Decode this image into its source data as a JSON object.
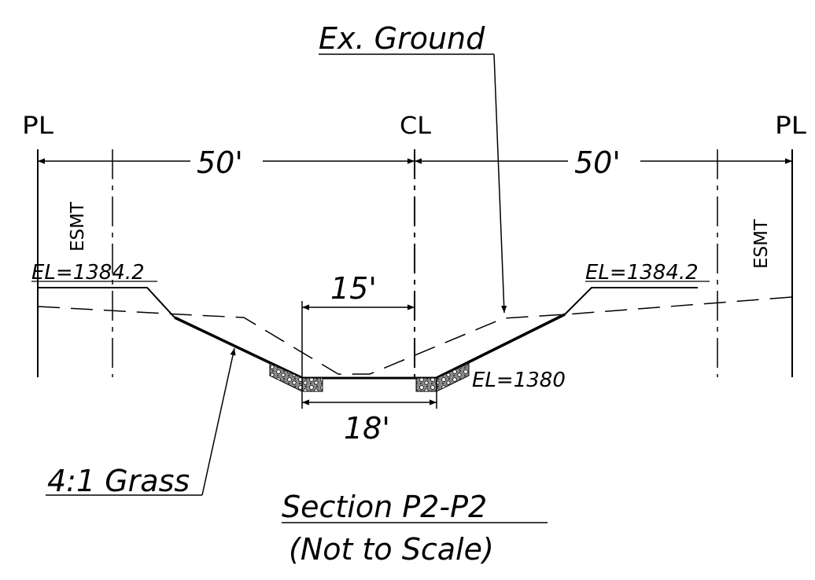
{
  "diagram": {
    "callouts": {
      "ex_ground": "Ex. Ground",
      "grass_slope": "4:1 Grass"
    },
    "symbols": {
      "pl_left": "PL",
      "centerline": "CL",
      "pl_right": "PL"
    },
    "dimensions": {
      "left_width": "50'",
      "right_width": "50'",
      "top_width": "15'",
      "bottom_width": "18'"
    },
    "easements": {
      "left": "ESMT",
      "right": "ESMT"
    },
    "elevations": {
      "left_top": "EL=1384.2",
      "right_top": "EL=1384.2",
      "bottom": "EL=1380"
    },
    "title": {
      "main": "Section P2-P2",
      "note": "(Not to Scale)"
    }
  }
}
